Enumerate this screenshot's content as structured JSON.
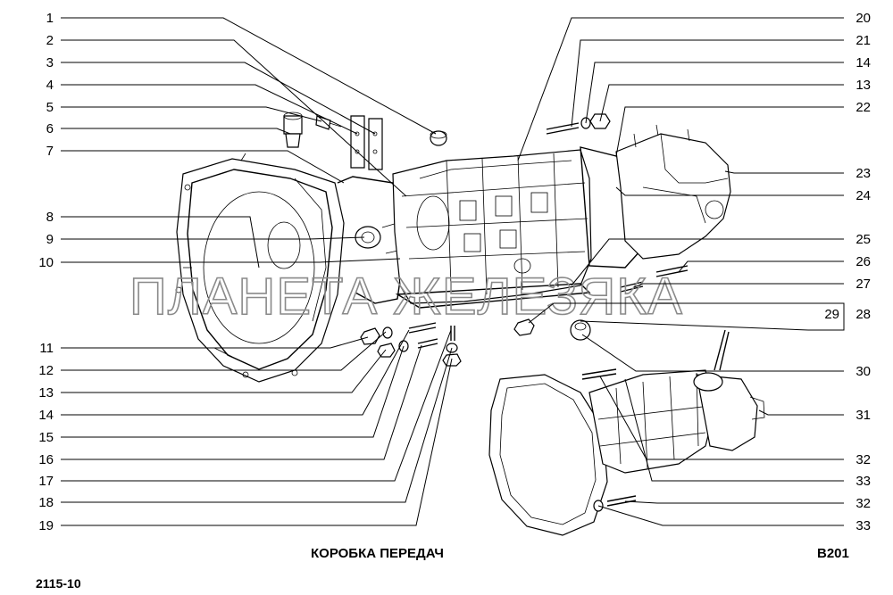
{
  "caption": "КОРОБКА ПЕРЕДАЧ",
  "page_code": "B201",
  "model_code": "2115-10",
  "watermark": "ПЛАНЕТА ЖЕЛЕЗЯКА",
  "left_callouts": [
    "1",
    "2",
    "3",
    "4",
    "5",
    "6",
    "7",
    "8",
    "9",
    "10",
    "11",
    "12",
    "13",
    "14",
    "15",
    "16",
    "17",
    "18",
    "19"
  ],
  "right_callouts": [
    "20",
    "21",
    "14",
    "13",
    "22",
    "23",
    "24",
    "25",
    "26",
    "27",
    "29",
    "28",
    "30",
    "31",
    "32",
    "33",
    "32",
    "33"
  ]
}
